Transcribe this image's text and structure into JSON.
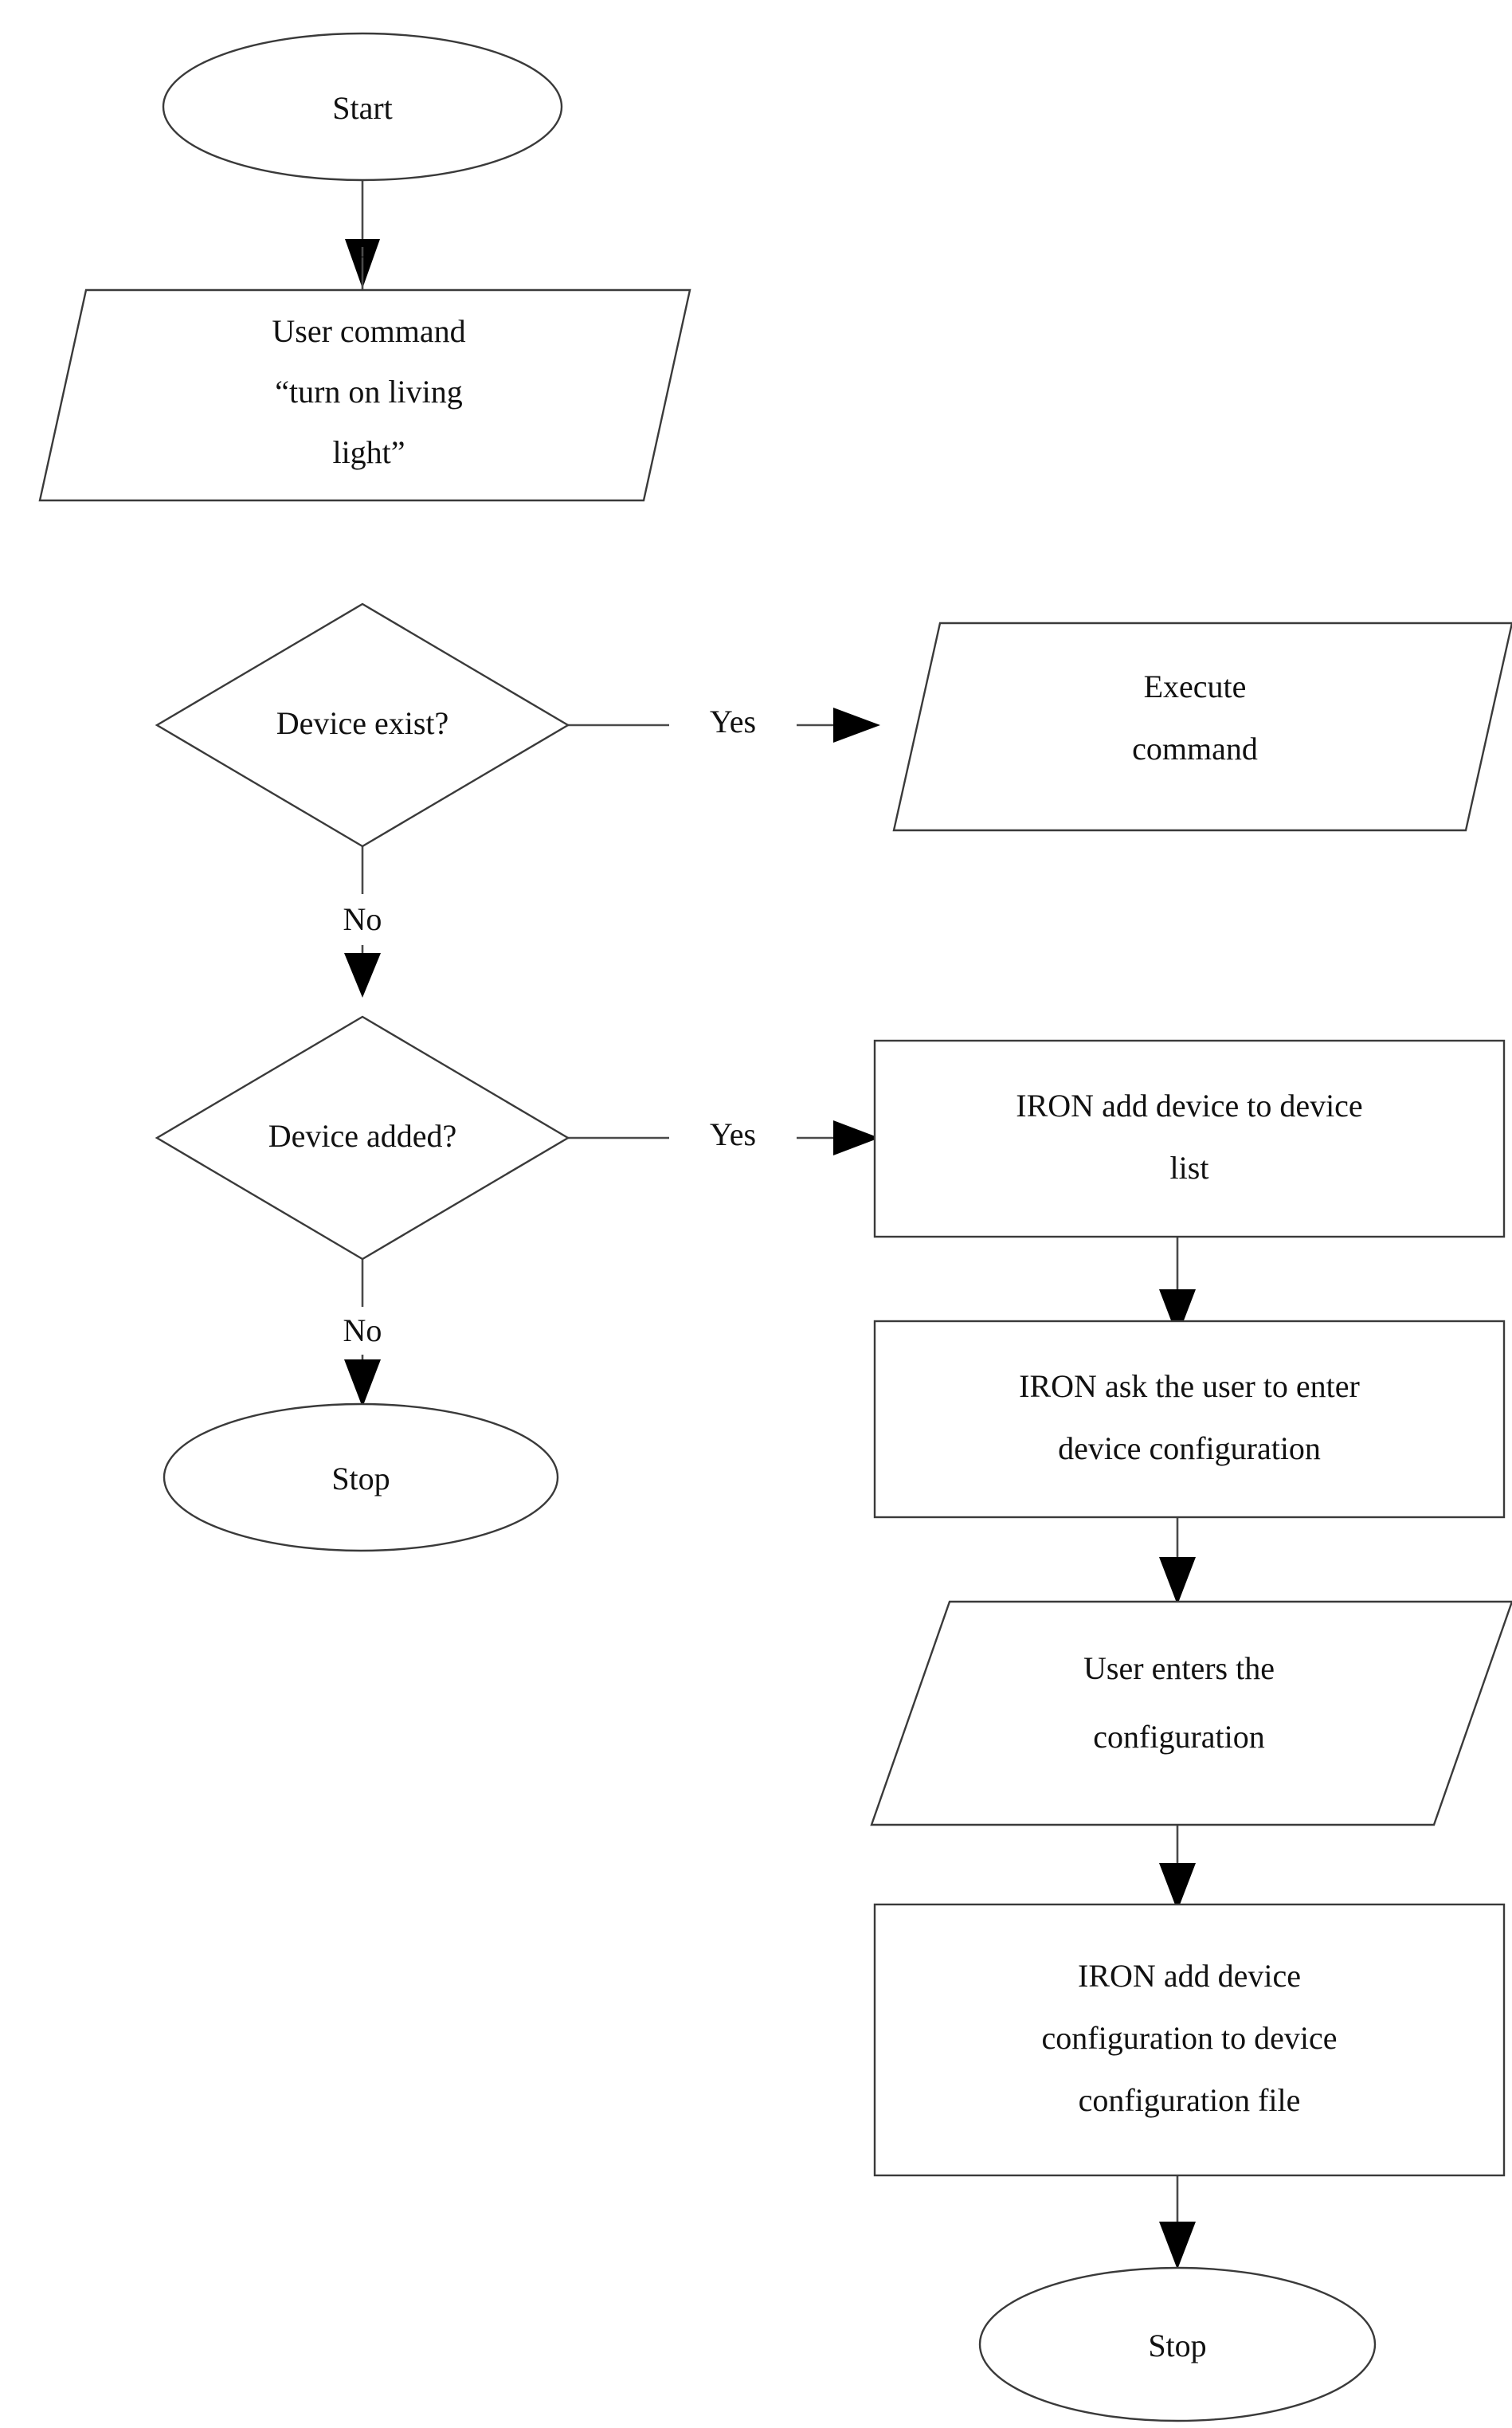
{
  "diagram": {
    "title": "IRON device command flowchart",
    "background_color": "#ffffff",
    "stroke_color": "#3a3a3a",
    "text_color": "#111111",
    "arrow_color": "#000000"
  },
  "nodes": {
    "start": {
      "label": "Start",
      "shape": "ellipse"
    },
    "user_command": {
      "shape": "parallelogram",
      "line1": "User command",
      "line2": "“turn on living",
      "line3": "light”"
    },
    "device_exist": {
      "label": "Device exist?",
      "shape": "diamond"
    },
    "execute_command": {
      "shape": "parallelogram",
      "line1": "Execute",
      "line2": "command"
    },
    "device_added": {
      "label": "Device added?",
      "shape": "diamond"
    },
    "stop_left": {
      "label": "Stop",
      "shape": "ellipse"
    },
    "iron_add_device": {
      "shape": "rectangle",
      "line1": "IRON add device to device",
      "line2": "list"
    },
    "iron_ask_user": {
      "shape": "rectangle",
      "line1": "IRON ask the user to enter",
      "line2": "device configuration"
    },
    "user_enters_config": {
      "shape": "parallelogram",
      "line1": "User enters the",
      "line2": "configuration"
    },
    "iron_add_config": {
      "shape": "rectangle",
      "line1": "IRON add device",
      "line2": "configuration to device",
      "line3": "configuration file"
    },
    "stop_right": {
      "label": "Stop",
      "shape": "ellipse"
    }
  },
  "edges": {
    "start_to_command": {
      "label": ""
    },
    "command_to_exist": {
      "label": ""
    },
    "exist_yes": {
      "label": "Yes"
    },
    "exist_no": {
      "label": "No"
    },
    "added_yes": {
      "label": "Yes"
    },
    "added_no": {
      "label": "No"
    },
    "addlist_to_ask": {
      "label": ""
    },
    "ask_to_enters": {
      "label": ""
    },
    "enters_to_addconfig": {
      "label": ""
    },
    "addconfig_to_stop": {
      "label": ""
    }
  }
}
